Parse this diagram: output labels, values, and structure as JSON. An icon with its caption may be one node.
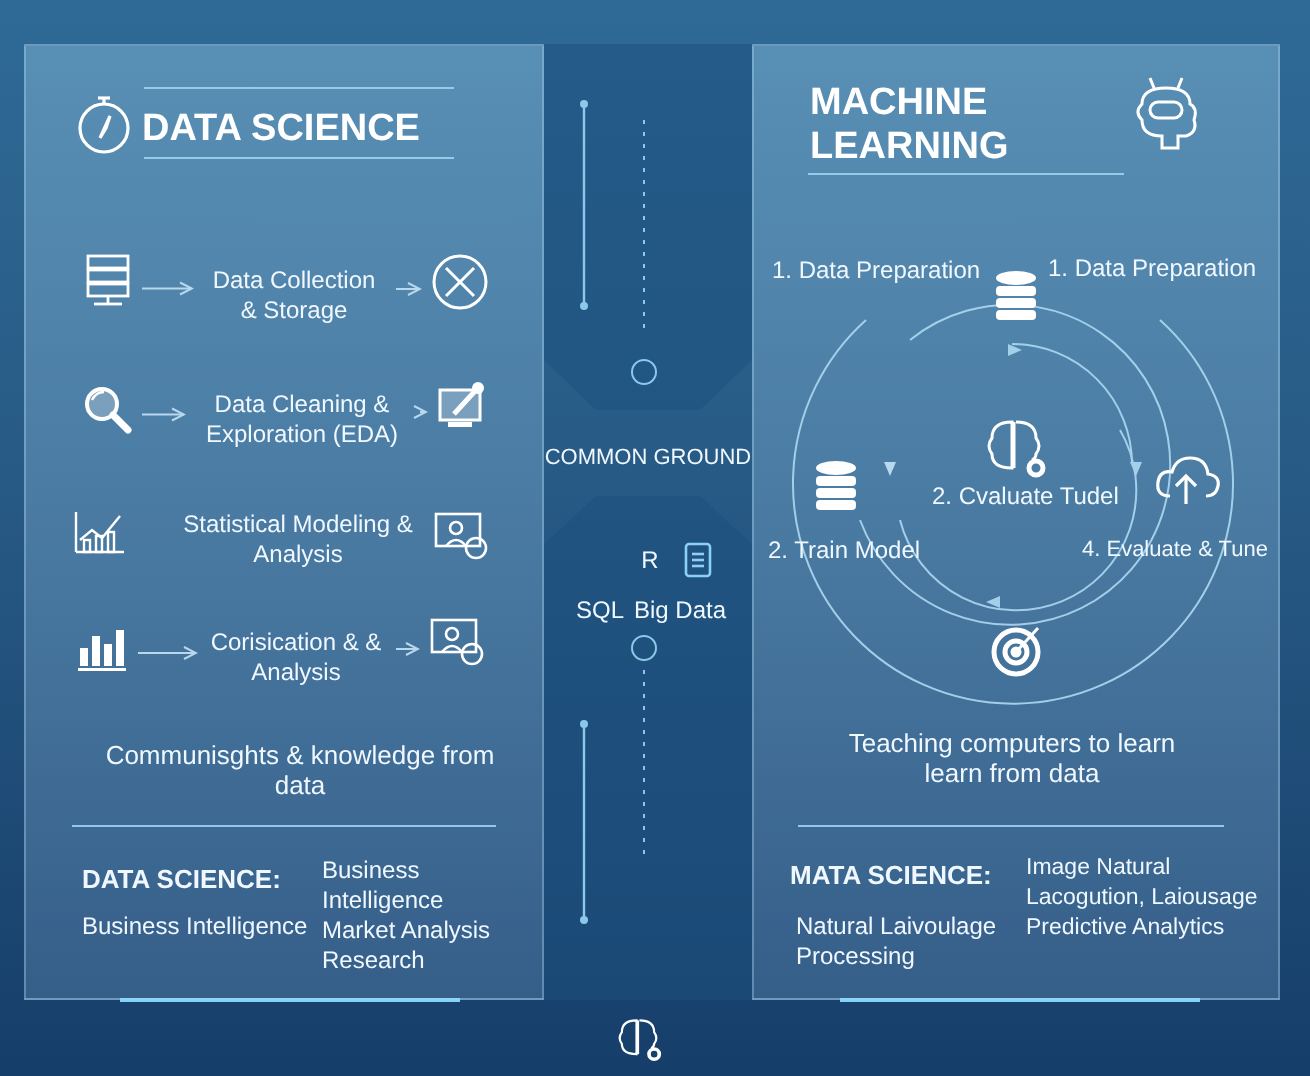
{
  "diagram": {
    "nodes": [
      {
        "text": [
          "DATA SCIENCE"
        ]
      },
      {
        "text": [],
        "shape": "picture",
        "in": 0
      },
      {
        "text": [
          "Data Collection & Storage"
        ],
        "in": 0
      },
      {
        "text": [],
        "shape": "picture",
        "in": 0
      },
      {
        "text": [],
        "shape": "picture",
        "in": 0
      },
      {
        "text": [
          "Data Cleaning & Exploration (EDA)"
        ],
        "in": 0
      },
      {
        "text": [],
        "shape": "picture",
        "in": 0
      },
      {
        "text": [],
        "shape": "picture",
        "in": 0
      },
      {
        "text": [
          "Corisication & & Analysis"
        ],
        "in": 0
      },
      {
        "text": [],
        "shape": "picture",
        "in": 0
      },
      {
        "text": [
          "MACHINE LEARNING"
        ]
      }
    ],
    "edges": [
      {
        "from": 1,
        "to": 2,
        "arrow": "to"
      },
      {
        "from": 2,
        "to": 3,
        "arrow": "to"
      },
      {
        "from": 4,
        "to": 5,
        "arrow": "to"
      },
      {
        "from": 5,
        "to": 6,
        "arrow": "to"
      },
      {
        "from": 7,
        "to": 8,
        "arrow": "to"
      },
      {
        "from": 8,
        "to": 9,
        "arrow": "to"
      }
    ],
    "labels": [
      "Statistical Modeling & Analysis",
      "Communisghts & knowledge from data",
      "DATA SCIENCE:",
      "Business Intelligence",
      "Business Intelligence Market Analysis Research",
      "COMMON GROUND",
      "R",
      "SQL",
      "Big Data",
      "1. Data Preparation",
      "1. Data Preparation",
      "2. Cvaluate Tudel",
      "2. Train Model",
      "4. Evaluate & Tune",
      "Teaching computers to learn learn from data",
      "MATA SCIENCE:",
      "Natural Laivoulage Processing",
      "Image Natural Lacogution, Laiousage Predictive Analytics"
    ]
  }
}
